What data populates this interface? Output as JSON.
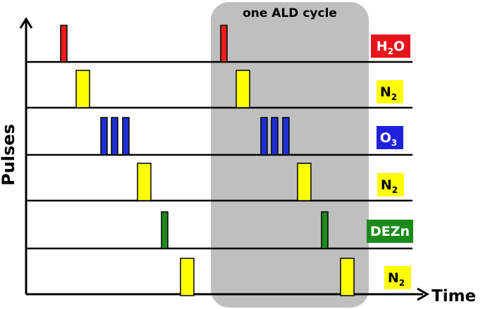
{
  "cycle_label": "one ALD cycle",
  "y_axis_label": "Pulses",
  "x_axis_label": "Time",
  "colors": {
    "water": "#ee1c1c",
    "nitrogen": "#ffff00",
    "ozone": "#1f2fd0",
    "dezn": "#1e8a1e",
    "h2o_badge": "#e8141c",
    "n2_badge": "#ffff00",
    "o3_badge": "#2020e0",
    "dezn_badge": "#1a8a1a",
    "cycle_region": "#bfbfbf"
  },
  "rows": [
    {
      "id": "h2o",
      "label_main": "H",
      "label_sub": "2",
      "label_tail": "O",
      "pulse_color": "water",
      "badge_color": "h2o_badge",
      "text_color": "#ffffff",
      "pulse_count": 1
    },
    {
      "id": "n2a",
      "label_main": "N",
      "label_sub": "2",
      "label_tail": "",
      "pulse_color": "nitrogen",
      "badge_color": "n2_badge",
      "text_color": "#000000",
      "pulse_count": 1
    },
    {
      "id": "o3",
      "label_main": "O",
      "label_sub": "3",
      "label_tail": "",
      "pulse_color": "ozone",
      "badge_color": "o3_badge",
      "text_color": "#ffffff",
      "pulse_count": 3
    },
    {
      "id": "n2b",
      "label_main": "N",
      "label_sub": "2",
      "label_tail": "",
      "pulse_color": "nitrogen",
      "badge_color": "n2_badge",
      "text_color": "#000000",
      "pulse_count": 1
    },
    {
      "id": "dezn",
      "label_main": "DEZn",
      "label_sub": "",
      "label_tail": "",
      "pulse_color": "dezn",
      "badge_color": "dezn_badge",
      "text_color": "#ffffff",
      "pulse_count": 1
    },
    {
      "id": "n2c",
      "label_main": "N",
      "label_sub": "2",
      "label_tail": "",
      "pulse_color": "nitrogen",
      "badge_color": "n2_badge",
      "text_color": "#000000",
      "pulse_count": 1
    }
  ]
}
